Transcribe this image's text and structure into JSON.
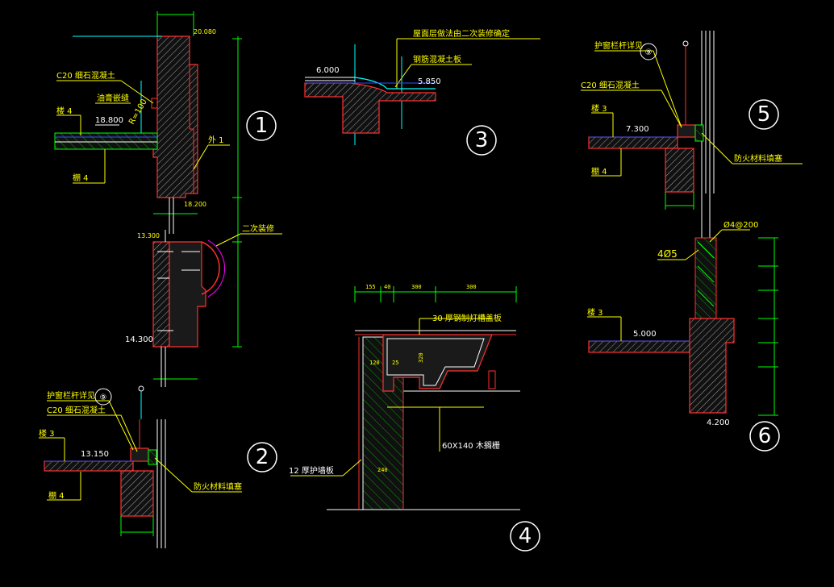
{
  "detail_numbers": [
    "1",
    "2",
    "3",
    "4",
    "5",
    "6"
  ],
  "detail1": {
    "elev_top": "20.080",
    "c20": "C20 细石混凝土",
    "waterproof": "油膏嵌缝",
    "radius": "R=100",
    "floor4": "楼 4",
    "elev_floor": "18.800",
    "ceil4": "棚 4",
    "ext1": "外 1",
    "elev_bottom": "18.200",
    "elev_window": "13.300",
    "secondary_deco": "二次装修",
    "elev_low": "14.300"
  },
  "detail2": {
    "rail_note": "护窗栏杆详见",
    "rail_ref": "⑨",
    "c20": "C20 细石混凝土",
    "floor3": "楼 3",
    "elev": "13.150",
    "ceil4": "棚 4",
    "fire": "防火材料填塞"
  },
  "detail3": {
    "note_top": "屋面层做法由二次装修确定",
    "note_slab": "钢筋混凝土板",
    "elev_left": "6.000",
    "elev_right": "5.850"
  },
  "detail4": {
    "dims": [
      "155",
      "40",
      "300",
      "300"
    ],
    "steel_plate": "30 厚钢制灯槽盖板",
    "dim_120": "120",
    "dim_25": "25",
    "dim_320": "320",
    "dim_240": "240",
    "timber": "60X140 木搁栅",
    "wall_board": "12 厚护墙板"
  },
  "detail5": {
    "rail_note": "护窗栏杆详见",
    "rail_ref": "⑨",
    "c20": "C20 细石混凝土",
    "floor3": "楼 3",
    "elev": "7.300",
    "ceil4": "棚 4",
    "fire": "防火材料填塞"
  },
  "detail6": {
    "rebar_a": "Ø4@200",
    "rebar_b": "4Ø5",
    "floor3": "楼 3",
    "elev": "5.000",
    "elev_bottom": "4.200"
  },
  "colors": {
    "background": "#000000",
    "concrete_outline": "#ff3030",
    "dimension": "#00ff00",
    "annotation": "#ffff00",
    "leader": "#00ffff",
    "floor_line": "#3050ff"
  }
}
